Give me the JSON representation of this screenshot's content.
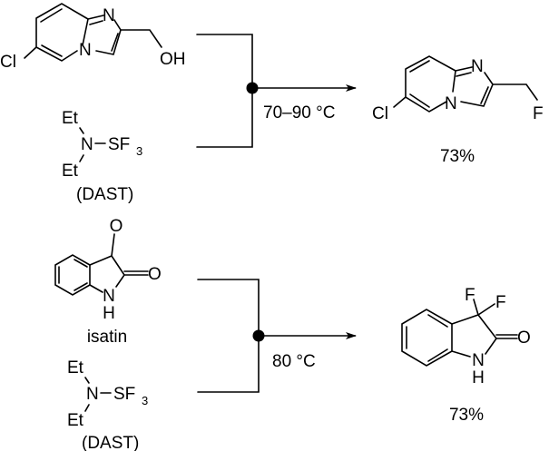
{
  "reaction1": {
    "reactant": {
      "cl": "Cl",
      "n1": "N",
      "n4": "N",
      "oh": "OH"
    },
    "reagent": {
      "et1": "Et",
      "et2": "Et",
      "n": "N",
      "sf": "SF",
      "sub": "3",
      "name": "(DAST)"
    },
    "conditions": "70–90 °C",
    "product": {
      "cl": "Cl",
      "n1": "N",
      "n4": "N",
      "f": "F"
    },
    "yield": "73%"
  },
  "reaction2": {
    "reactant": {
      "o1": "O",
      "o2": "O",
      "n": "N",
      "h": "H",
      "name": "isatin"
    },
    "reagent": {
      "et1": "Et",
      "et2": "Et",
      "n": "N",
      "sf": "SF",
      "sub": "3",
      "name": "(DAST)"
    },
    "conditions": "80 °C",
    "product": {
      "f1": "F",
      "f2": "F",
      "o": "O",
      "n": "N",
      "h": "H"
    },
    "yield": "73%"
  }
}
